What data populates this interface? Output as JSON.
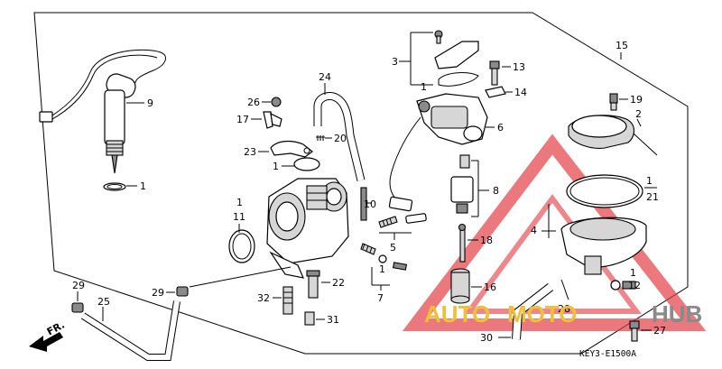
{
  "diagram": {
    "code": "KEY3-E1500A",
    "direction": "FR.",
    "labels": {
      "l1a": "1",
      "l1b": "1",
      "l1c": "1",
      "l1d": "1",
      "l1e": "1",
      "l1f": "1",
      "l1g": "1",
      "l2": "2",
      "l3": "3",
      "l4": "4",
      "l5": "5",
      "l6": "6",
      "l7": "7",
      "l8": "8",
      "l9": "9",
      "l10": "10",
      "l11": "11",
      "l12": "12",
      "l13": "13",
      "l14": "14",
      "l15": "15",
      "l16": "16",
      "l17": "17",
      "l18": "18",
      "l19": "19",
      "l20": "20",
      "l21": "21",
      "l22": "22",
      "l23": "23",
      "l24": "24",
      "l25": "25",
      "l26": "26",
      "l27": "27",
      "l28": "28",
      "l29a": "29",
      "l29b": "29",
      "l30": "30",
      "l31": "31",
      "l32": "32"
    }
  },
  "watermark": {
    "text_left": "AUTO",
    "text_mid": "MOTO",
    "text_right": "HUB",
    "color_red": "#e0393e",
    "color_gold": "#f0bf3a",
    "color_grey": "#8a8a8a"
  }
}
